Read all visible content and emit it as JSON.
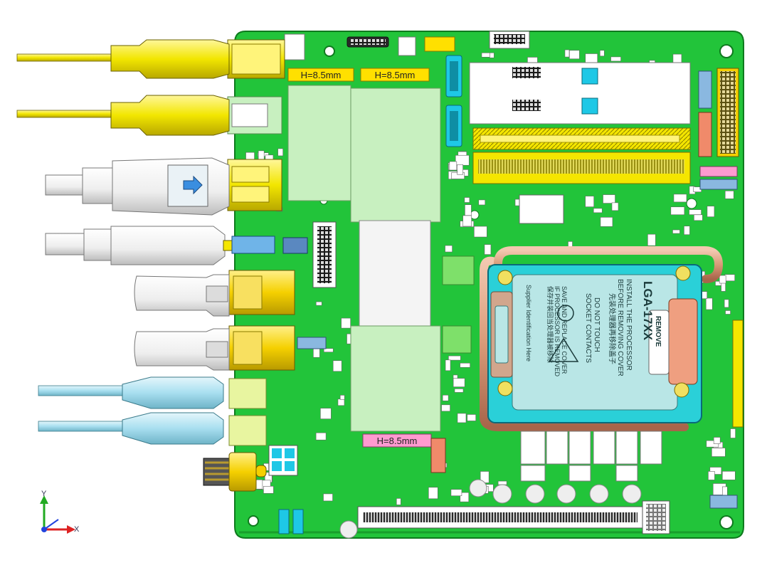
{
  "scene": {
    "view": "3D CAD render - Mini-ITX motherboard with attached cables (top view)",
    "colors": {
      "pcb": "#22c43a",
      "pcb_edge": "#138a24",
      "background": "#ffffff",
      "usb_cable": "#f2e600",
      "sata_cyan": "#1ec8e6",
      "memory_slot": "#f5e600",
      "heatpipe": "#d79a78",
      "cpu_socket": "#b9e6e6",
      "pad_light_green": "#c8f0c0",
      "pink_label": "#ff9ad0",
      "yellow_label": "#ffe000",
      "rj45": "#f5d000",
      "audio_cable": "#a8dff0",
      "white_plug": "#f0f0f0"
    }
  },
  "labels": {
    "m2_height_1": "H=8.5mm",
    "m2_height_2": "H=8.5mm",
    "m2_height_3": "H=8.5mm"
  },
  "socket": {
    "title": "LGA-17XX",
    "line1": "INSTALL THE PROCESSOR",
    "line2": "BEFORE REMOVING COVER",
    "line3_cn": "先装处理器再移除盖子",
    "line4": "DO NOT TOUCH",
    "line5": "SOCKET CONTACTS",
    "line6": "SAVE AND REPLACE COVER",
    "line7": "IF PROCESSOR IS REMOVED",
    "line8_cn": "保存并装回当处理器被移除",
    "supplier": "Supplier Identification Here",
    "remove_tab": "REMOVE"
  },
  "axis": {
    "x_label": "X",
    "y_label": "Y"
  }
}
